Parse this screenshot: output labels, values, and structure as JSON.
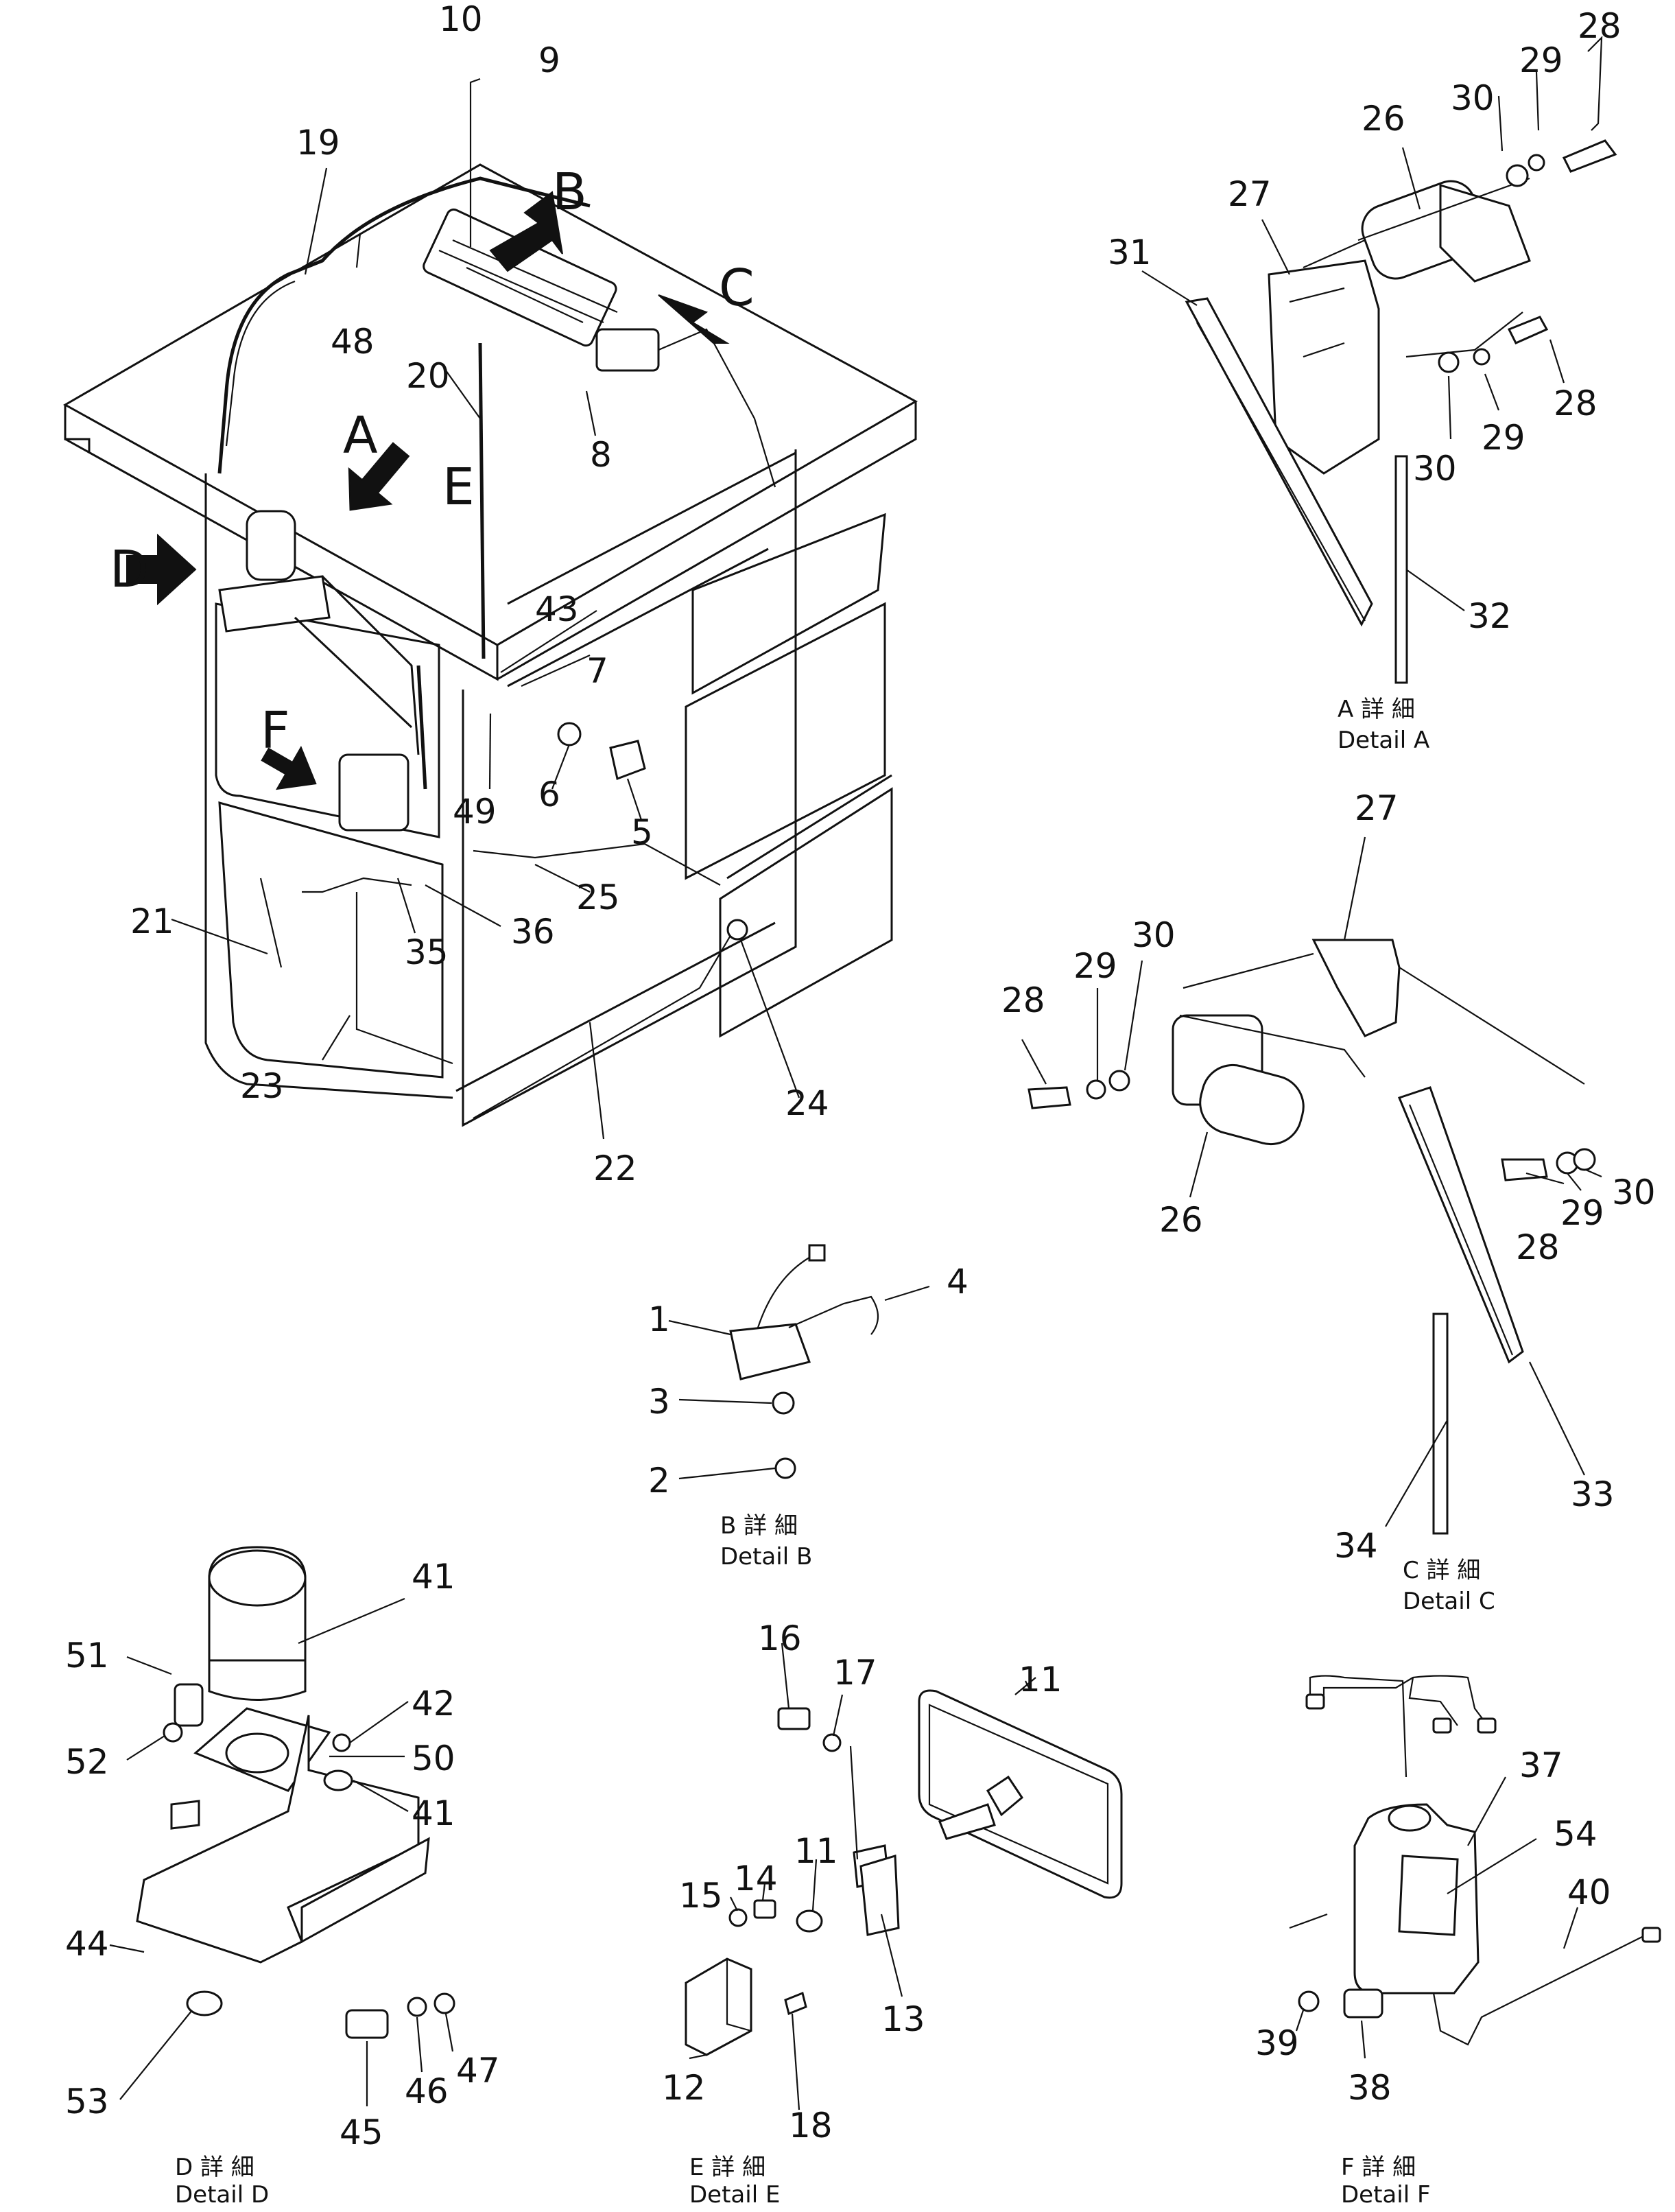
{
  "callouts": {
    "cab": [
      "10",
      "9",
      "19",
      "48",
      "20",
      "8",
      "43",
      "7",
      "49",
      "6",
      "5",
      "25",
      "36",
      "35",
      "21",
      "23",
      "22",
      "24"
    ],
    "detail_a": [
      "28",
      "29",
      "30",
      "26",
      "27",
      "31",
      "28",
      "29",
      "30",
      "32"
    ],
    "detail_c": [
      "27",
      "30",
      "29",
      "28",
      "28",
      "29",
      "30",
      "26",
      "33",
      "34"
    ],
    "detail_b": [
      "4",
      "1",
      "3",
      "2"
    ],
    "detail_d": [
      "41",
      "51",
      "42",
      "52",
      "50",
      "41",
      "44",
      "47",
      "46",
      "53",
      "45"
    ],
    "detail_e": [
      "16",
      "17",
      "11",
      "14",
      "11",
      "15",
      "13",
      "12",
      "18"
    ],
    "detail_f": [
      "37",
      "54",
      "40",
      "39",
      "38"
    ]
  },
  "arrows": {
    "a": "A",
    "b": "B",
    "c": "C",
    "d": "D",
    "e": "E",
    "f": "F"
  },
  "captions": {
    "a": {
      "jp": "A 詳 細",
      "en": "Detail A"
    },
    "b": {
      "jp": "B 詳 細",
      "en": "Detail B"
    },
    "c": {
      "jp": "C 詳 細",
      "en": "Detail C"
    },
    "d": {
      "jp": "D 詳 細",
      "en": "Detail D"
    },
    "e": {
      "jp": "E 詳 細",
      "en": "Detail E"
    },
    "f": {
      "jp": "F 詳 細",
      "en": "Detail F"
    }
  }
}
